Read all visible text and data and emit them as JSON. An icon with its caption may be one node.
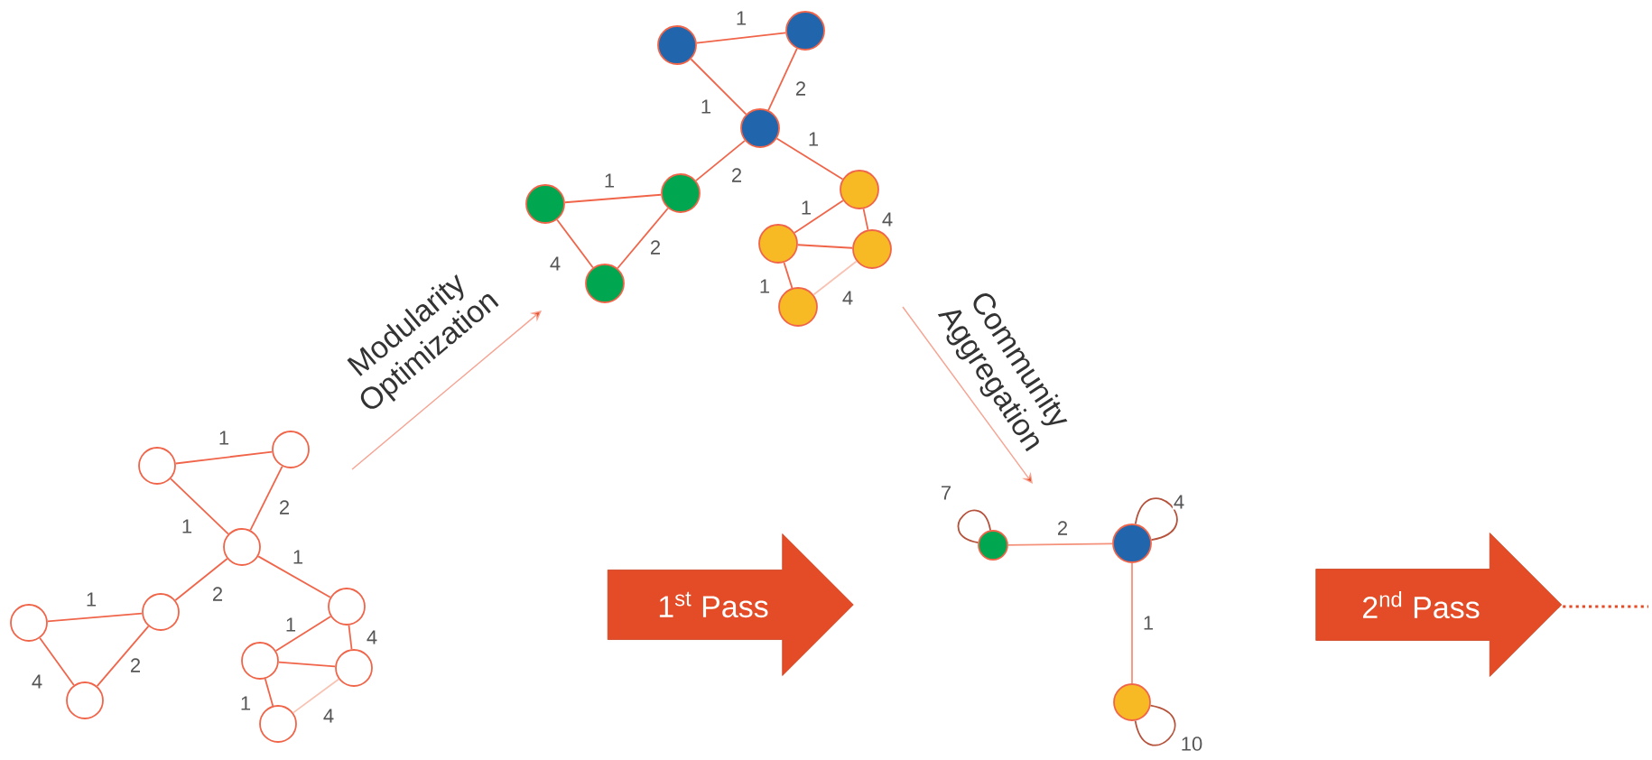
{
  "diagram": {
    "nodes": [
      {
        "text": [],
        "shape": "circle"
      },
      {
        "text": [],
        "shape": "circle"
      },
      {
        "text": [],
        "shape": "circle"
      },
      {
        "text": [],
        "shape": "circle"
      },
      {
        "text": [],
        "shape": "circle"
      },
      {
        "text": [],
        "shape": "circle"
      },
      {
        "text": [],
        "shape": "circle"
      },
      {
        "text": [],
        "shape": "circle"
      },
      {
        "text": [],
        "shape": "circle"
      },
      {
        "text": [],
        "shape": "circle"
      },
      {
        "text": [],
        "shape": "circle"
      },
      {
        "text": [],
        "shape": "circle"
      },
      {
        "text": [],
        "shape": "circle"
      },
      {
        "text": [],
        "shape": "circle"
      },
      {
        "text": [],
        "shape": "circle"
      },
      {
        "text": [],
        "shape": "circle"
      },
      {
        "text": [],
        "shape": "circle"
      },
      {
        "text": [],
        "shape": "circle"
      },
      {
        "text": [],
        "shape": "circle"
      },
      {
        "text": [],
        "shape": "circle"
      },
      {
        "text": [],
        "shape": "circle"
      },
      {
        "text": [],
        "shape": "circle"
      },
      {
        "text": [],
        "shape": "circle"
      },
      {
        "text": [
          "1$^{st}$ Pass"
        ]
      },
      {
        "text": [
          "2$^{nd}$ Pass"
        ]
      }
    ],
    "edges": [
      {
        "from": 0,
        "to": 1,
        "arrow": "none",
        "label": "1"
      },
      {
        "from": 0,
        "to": 2,
        "arrow": "none",
        "label": "1"
      },
      {
        "from": 1,
        "to": 2,
        "arrow": "none",
        "label": "2"
      },
      {
        "from": 2,
        "to": 4,
        "arrow": "none",
        "label": "2"
      },
      {
        "from": 2,
        "to": 6,
        "arrow": "none",
        "label": "1"
      },
      {
        "from": 3,
        "to": 4,
        "arrow": "none",
        "label": "1"
      },
      {
        "from": 3,
        "to": 5,
        "arrow": "none",
        "label": "4"
      },
      {
        "from": 4,
        "to": 5,
        "arrow": "none",
        "label": "2"
      },
      {
        "from": 6,
        "to": 7,
        "arrow": "none",
        "label": "1"
      },
      {
        "from": 6,
        "to": 8,
        "arrow": "none",
        "label": "4"
      },
      {
        "from": 7,
        "to": 8,
        "arrow": "none"
      },
      {
        "from": 7,
        "to": 9,
        "arrow": "none",
        "label": "1"
      },
      {
        "from": 8,
        "to": 9,
        "arrow": "none",
        "label": "4",
        "color": "#f8c3b3"
      },
      {
        "from": 10,
        "to": 11,
        "arrow": "none",
        "label": "1"
      },
      {
        "from": 10,
        "to": 12,
        "arrow": "none",
        "label": "1"
      },
      {
        "from": 11,
        "to": 12,
        "arrow": "none",
        "label": "2"
      },
      {
        "from": 12,
        "to": 14,
        "arrow": "none",
        "label": "2"
      },
      {
        "from": 12,
        "to": 16,
        "arrow": "none",
        "label": "1"
      },
      {
        "from": 13,
        "to": 14,
        "arrow": "none",
        "label": "1"
      },
      {
        "from": 13,
        "to": 15,
        "arrow": "none",
        "label": "4"
      },
      {
        "from": 14,
        "to": 15,
        "arrow": "none",
        "label": "2"
      },
      {
        "from": 16,
        "to": 17,
        "arrow": "none",
        "label": "1"
      },
      {
        "from": 16,
        "to": 18,
        "arrow": "none",
        "label": "4"
      },
      {
        "from": 17,
        "to": 18,
        "arrow": "none"
      },
      {
        "from": 17,
        "to": 19,
        "arrow": "none",
        "label": "1"
      },
      {
        "from": 18,
        "to": 19,
        "arrow": "none",
        "label": "4",
        "color": "#f8c3b3"
      },
      {
        "from": 20,
        "to": 21,
        "arrow": "none",
        "label": "2",
        "color": "#f4917a"
      },
      {
        "from": 21,
        "to": 22,
        "arrow": "none",
        "label": "1",
        "color": "#f4917a"
      },
      {
        "from": 20,
        "to": 20,
        "arrow": "none",
        "label": "7",
        "color": "#b5523b"
      },
      {
        "from": 21,
        "to": 21,
        "arrow": "none",
        "label": "4",
        "color": "#b5523b"
      },
      {
        "from": 22,
        "to": 22,
        "arrow": "none",
        "label": "10",
        "color": "#b5523b"
      }
    ],
    "labels": [
      "Modularity Optimization",
      "Community Aggregation"
    ]
  }
}
